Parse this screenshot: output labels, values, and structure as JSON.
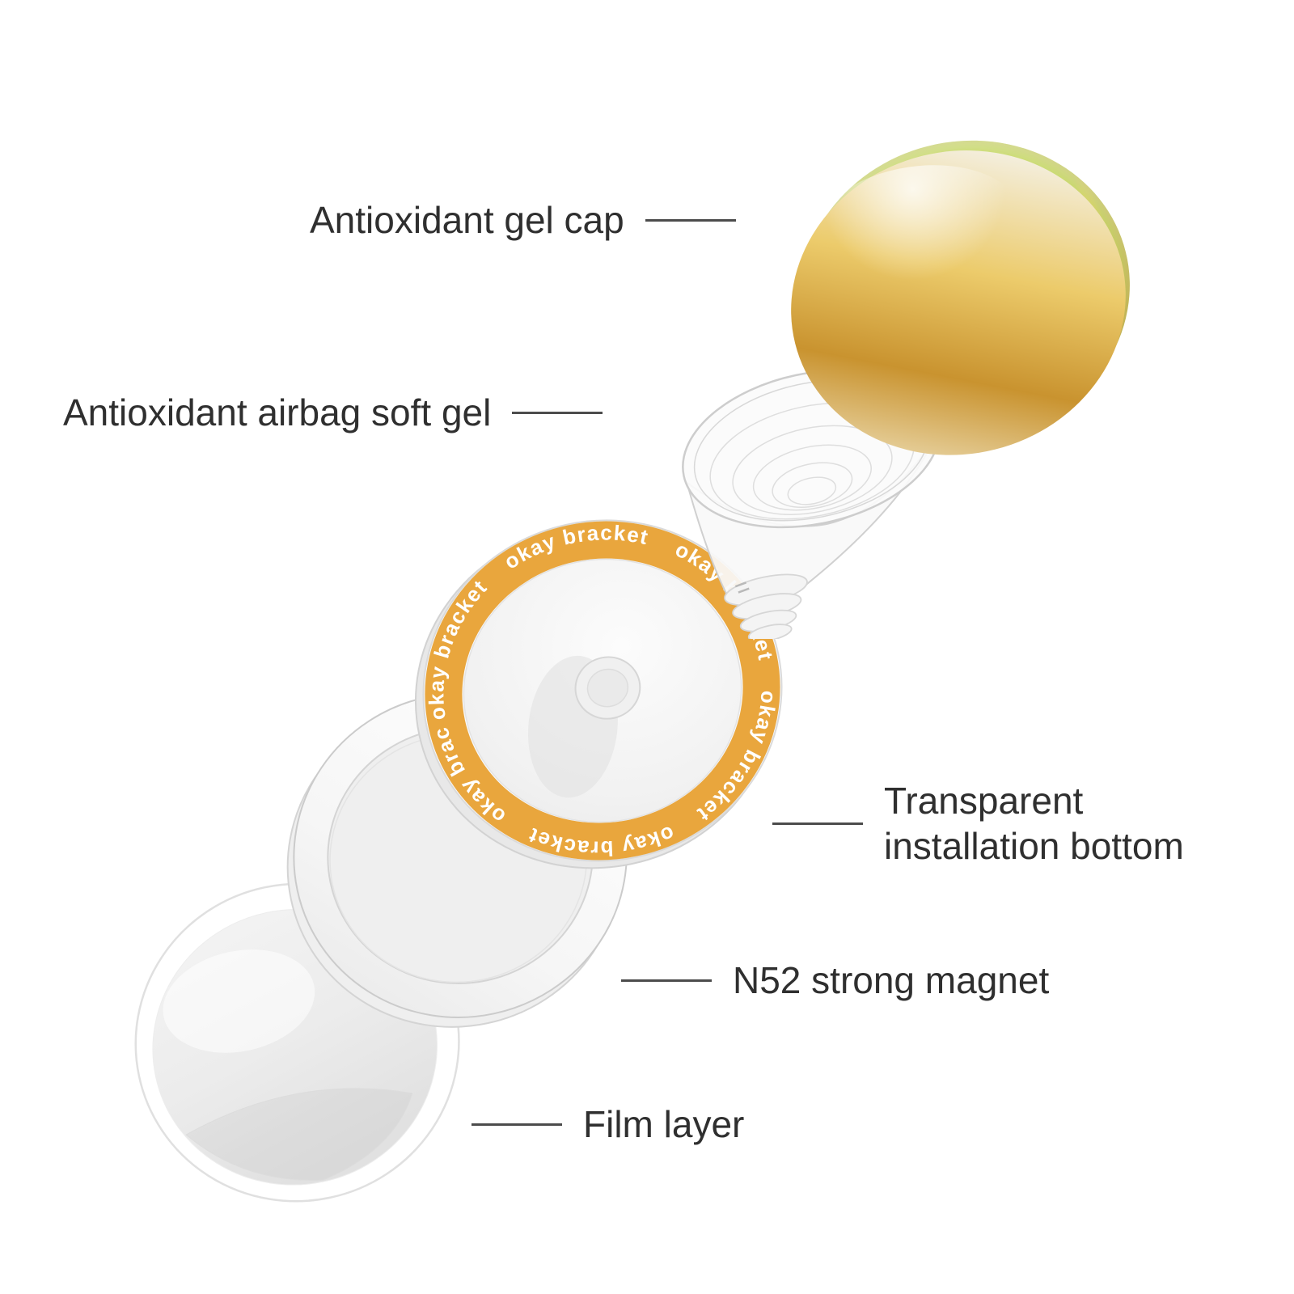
{
  "diagram": {
    "labels": {
      "gel_cap": "Antioxidant gel cap",
      "airbag": "Antioxidant airbag soft gel",
      "installation_bottom": "Transparent installation bottom",
      "magnet": "N52 strong magnet",
      "film": "Film layer"
    },
    "ring_text": "okay bracket",
    "colors": {
      "ring_orange": "#E9A63D",
      "label_text": "#2F2F2F",
      "leader_line": "#4C4C4C",
      "cap_green": "#8CBE3F",
      "cap_yellow": "#E9E26A",
      "cap_pink": "#E05BA0",
      "cap_red": "#DB3526",
      "background": "#FFFFFF"
    }
  }
}
